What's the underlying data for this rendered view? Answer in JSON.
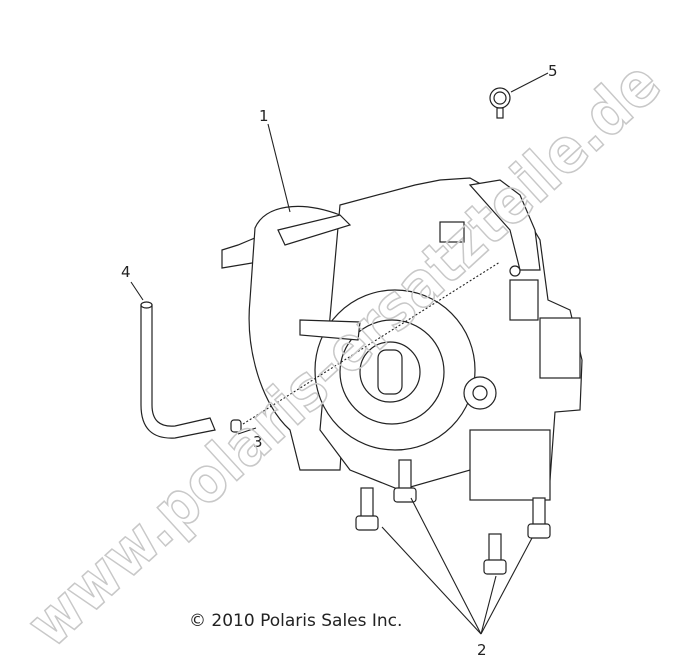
{
  "diagram": {
    "callouts": [
      "1",
      "2",
      "3",
      "4",
      "5"
    ],
    "copyright": "© 2010 Polaris Sales Inc.",
    "watermark": "www.polaris-ersatzteile.de"
  }
}
